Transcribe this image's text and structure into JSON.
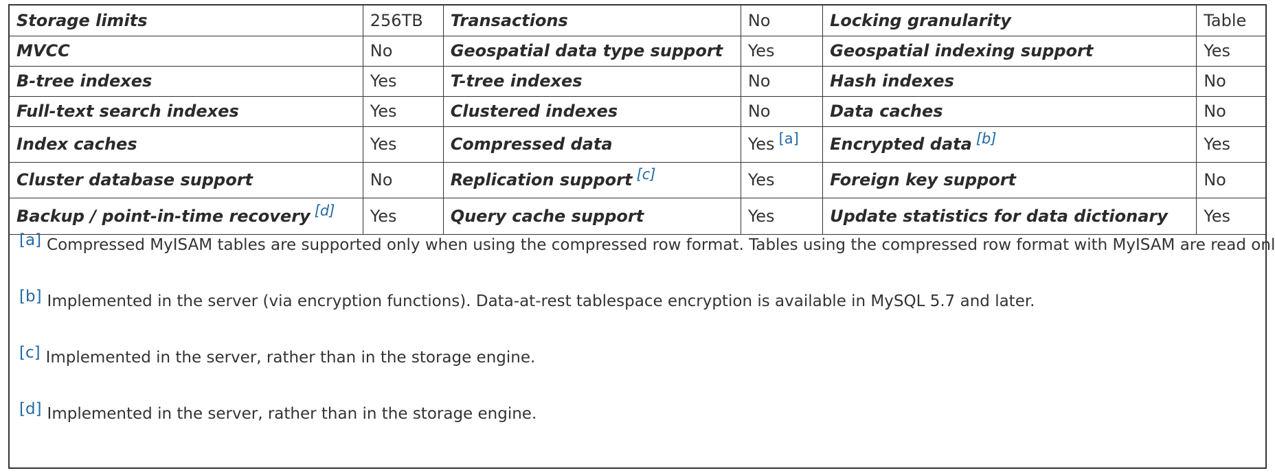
{
  "rows": [
    [
      {
        "feature": "Storage limits",
        "value": "256TB"
      },
      {
        "feature": "Transactions",
        "value": "No"
      },
      {
        "feature": "Locking granularity",
        "value": "Table"
      }
    ],
    [
      {
        "feature": "MVCC",
        "value": "No"
      },
      {
        "feature": "Geospatial data type support",
        "value": "Yes"
      },
      {
        "feature": "Geospatial indexing support",
        "value": "Yes"
      }
    ],
    [
      {
        "feature": "B-tree indexes",
        "value": "Yes"
      },
      {
        "feature": "T-tree indexes",
        "value": "No"
      },
      {
        "feature": "Hash indexes",
        "value": "No"
      }
    ],
    [
      {
        "feature": "Full-text search indexes",
        "value": "Yes"
      },
      {
        "feature": "Clustered indexes",
        "value": "No"
      },
      {
        "feature": "Data caches",
        "value": "No"
      }
    ],
    [
      {
        "feature": "Index caches",
        "value": "Yes"
      },
      {
        "feature": "Compressed data",
        "value": "Yes",
        "value_note": "[a]"
      },
      {
        "feature": "Encrypted data",
        "feature_note": "[b]",
        "value": "Yes"
      }
    ],
    [
      {
        "feature": "Cluster database support",
        "value": "No"
      },
      {
        "feature": "Replication support",
        "feature_note": "[c]",
        "value": "Yes"
      },
      {
        "feature": "Foreign key support",
        "value": "No"
      }
    ],
    [
      {
        "feature": "Backup / point-in-time recovery",
        "feature_note": "[d]",
        "value": "Yes"
      },
      {
        "feature": "Query cache support",
        "value": "Yes"
      },
      {
        "feature": "Update statistics for data dictionary",
        "value": "Yes"
      }
    ]
  ],
  "footnotes": [
    {
      "mark": "[a]",
      "text": "Compressed MyISAM tables are supported only when using the compressed row format. Tables using the compressed row format with MyISAM are read only."
    },
    {
      "mark": "[b]",
      "text": "Implemented in the server (via encryption functions). Data-at-rest tablespace encryption is available in MySQL 5.7 and later."
    },
    {
      "mark": "[c]",
      "text": "Implemented in the server, rather than in the storage engine."
    },
    {
      "mark": "[d]",
      "text": "Implemented in the server, rather than in the storage engine."
    }
  ],
  "colors": {
    "border": "#333333",
    "text": "#333333",
    "footnote_link": "#1f6aa6"
  }
}
